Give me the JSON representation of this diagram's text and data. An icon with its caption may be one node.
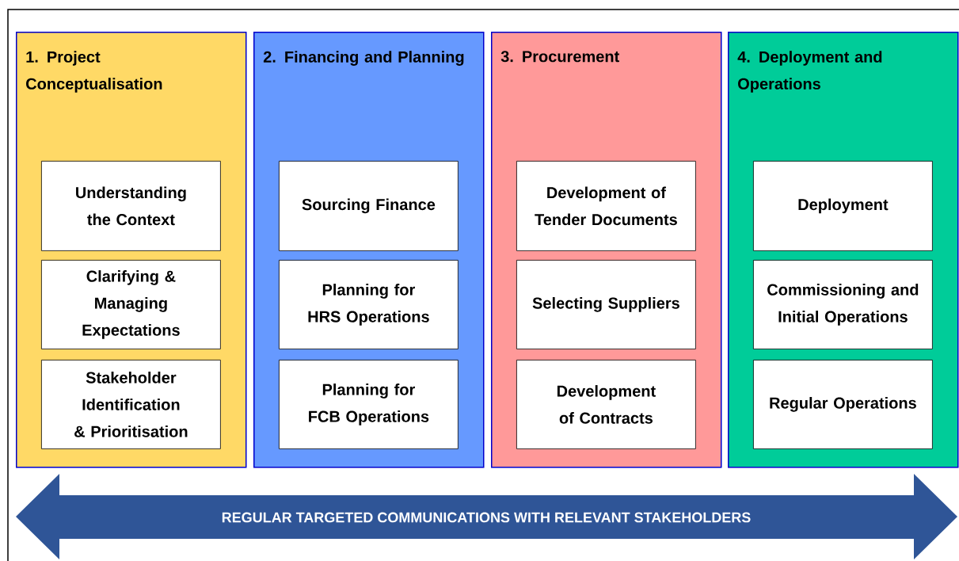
{
  "diagram": {
    "nodes": [
      {
        "text": [
          "1. Project Conceptualisation"
        ]
      },
      {
        "text": [
          "Understanding the Context"
        ],
        "in": 0
      },
      {
        "text": [
          "Clarifying & Managing Expectations"
        ],
        "in": 0
      },
      {
        "text": [
          "Stakeholder Identification & Prioritisation"
        ],
        "in": 0
      },
      {
        "text": [
          "2. Financing and Planning"
        ]
      },
      {
        "text": [
          "Sourcing Finance"
        ],
        "in": 4
      },
      {
        "text": [
          "Planning for HRS Operations"
        ],
        "in": 4
      },
      {
        "text": [
          "Planning for FCB Operations"
        ],
        "in": 4
      },
      {
        "text": [
          "3. Procurement"
        ]
      },
      {
        "text": [
          "Development of Tender Documents"
        ],
        "in": 8
      },
      {
        "text": [
          "Selecting Suppliers"
        ],
        "in": 8
      },
      {
        "text": [
          "Development of Contracts"
        ],
        "in": 8
      },
      {
        "text": [
          "4. Deployment and Operations"
        ]
      },
      {
        "text": [
          "Deployment"
        ],
        "in": 12
      },
      {
        "text": [
          "Commissioning and Initial Operations"
        ],
        "in": 12
      },
      {
        "text": [
          "Regular Operations"
        ],
        "in": 12
      },
      {
        "text": [
          "REGULAR TARGETED COMMUNICATIONS WITH RELEVANT STAKEHOLDERS"
        ]
      }
    ]
  }
}
